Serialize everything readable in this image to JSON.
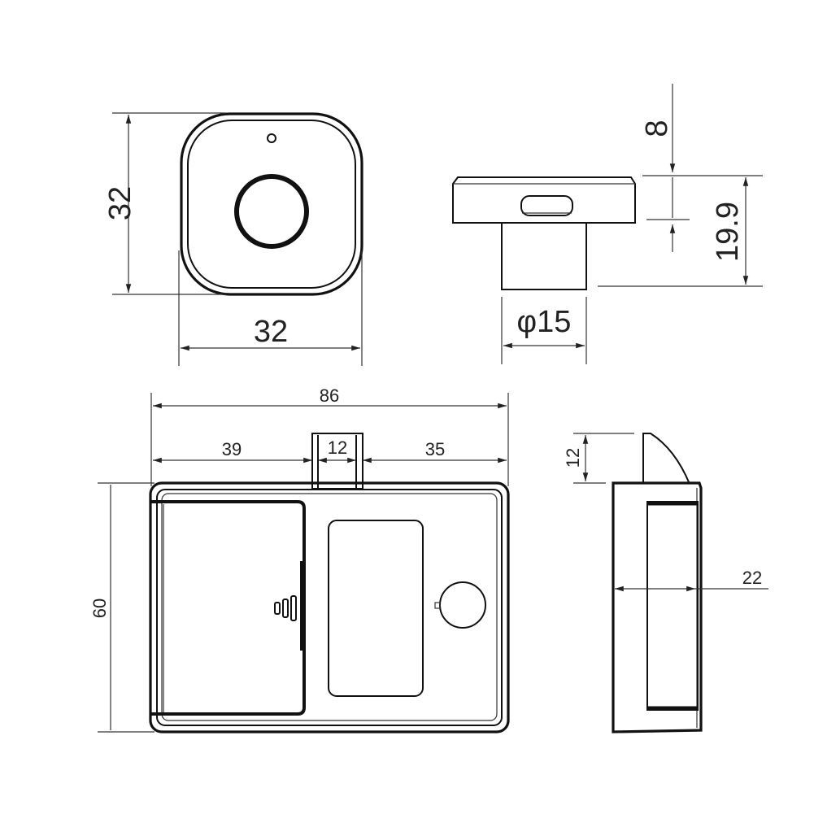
{
  "diagram": {
    "type": "technical-drawing",
    "subject": "fingerprint cabinet lock dimensions",
    "units": "mm",
    "views": {
      "front_fingerprint": {
        "height_label": "32",
        "width_label": "32"
      },
      "side_fingerprint": {
        "top_offset_label": "8",
        "height_label": "19.9",
        "diameter_label": "φ15"
      },
      "lock_body_front": {
        "total_width_label": "86",
        "left_offset_label": "39",
        "latch_width_label": "12",
        "right_offset_label": "35",
        "height_label": "60"
      },
      "lock_body_side": {
        "latch_height_label": "12",
        "depth_label": "22"
      }
    }
  }
}
